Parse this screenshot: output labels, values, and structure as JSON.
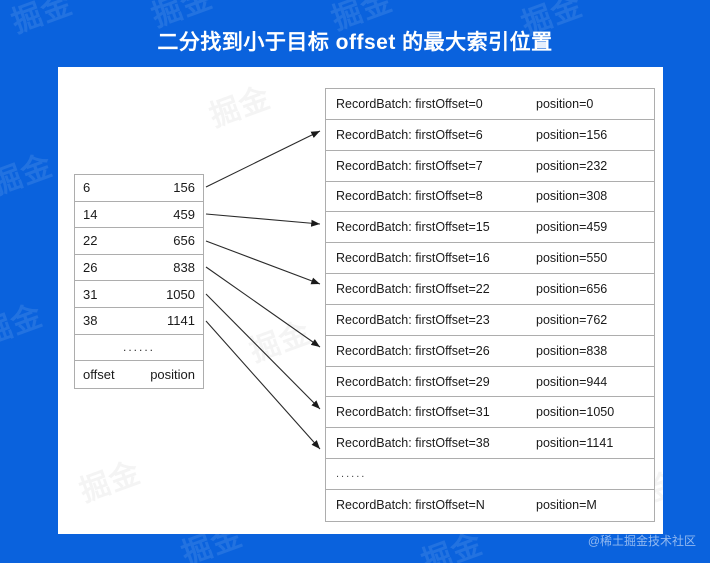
{
  "title": "二分找到小于目标 offset 的最大索引位置",
  "theme": {
    "background": "#0a62dd",
    "card_background": "#ffffff",
    "border": "#adadad",
    "text": "#1a1a1a",
    "title_text": "#ffffff"
  },
  "index_table": {
    "header": {
      "offset_label": "offset",
      "position_label": "position"
    },
    "ellipsis": "......",
    "rows": [
      {
        "offset": "6",
        "position": "156"
      },
      {
        "offset": "14",
        "position": "459"
      },
      {
        "offset": "22",
        "position": "656"
      },
      {
        "offset": "26",
        "position": "838"
      },
      {
        "offset": "31",
        "position": "1050"
      },
      {
        "offset": "38",
        "position": "1141"
      }
    ]
  },
  "batch_table": {
    "ellipsis": "......",
    "rows": [
      {
        "offset": "RecordBatch: firstOffset=0",
        "position": "position=0"
      },
      {
        "offset": "RecordBatch: firstOffset=6",
        "position": "position=156"
      },
      {
        "offset": "RecordBatch: firstOffset=7",
        "position": "position=232"
      },
      {
        "offset": "RecordBatch: firstOffset=8",
        "position": "position=308"
      },
      {
        "offset": "RecordBatch: firstOffset=15",
        "position": "position=459"
      },
      {
        "offset": "RecordBatch: firstOffset=16",
        "position": "position=550"
      },
      {
        "offset": "RecordBatch: firstOffset=22",
        "position": "position=656"
      },
      {
        "offset": "RecordBatch: firstOffset=23",
        "position": "position=762"
      },
      {
        "offset": "RecordBatch: firstOffset=26",
        "position": "position=838"
      },
      {
        "offset": "RecordBatch: firstOffset=29",
        "position": "position=944"
      },
      {
        "offset": "RecordBatch: firstOffset=31",
        "position": "position=1050"
      },
      {
        "offset": "RecordBatch: firstOffset=38",
        "position": "position=1141"
      }
    ],
    "last_row": {
      "offset": "RecordBatch: firstOffset=N",
      "position": "position=M"
    }
  },
  "credit": "@稀土掘金技术社区",
  "watermark_text": "掘金"
}
